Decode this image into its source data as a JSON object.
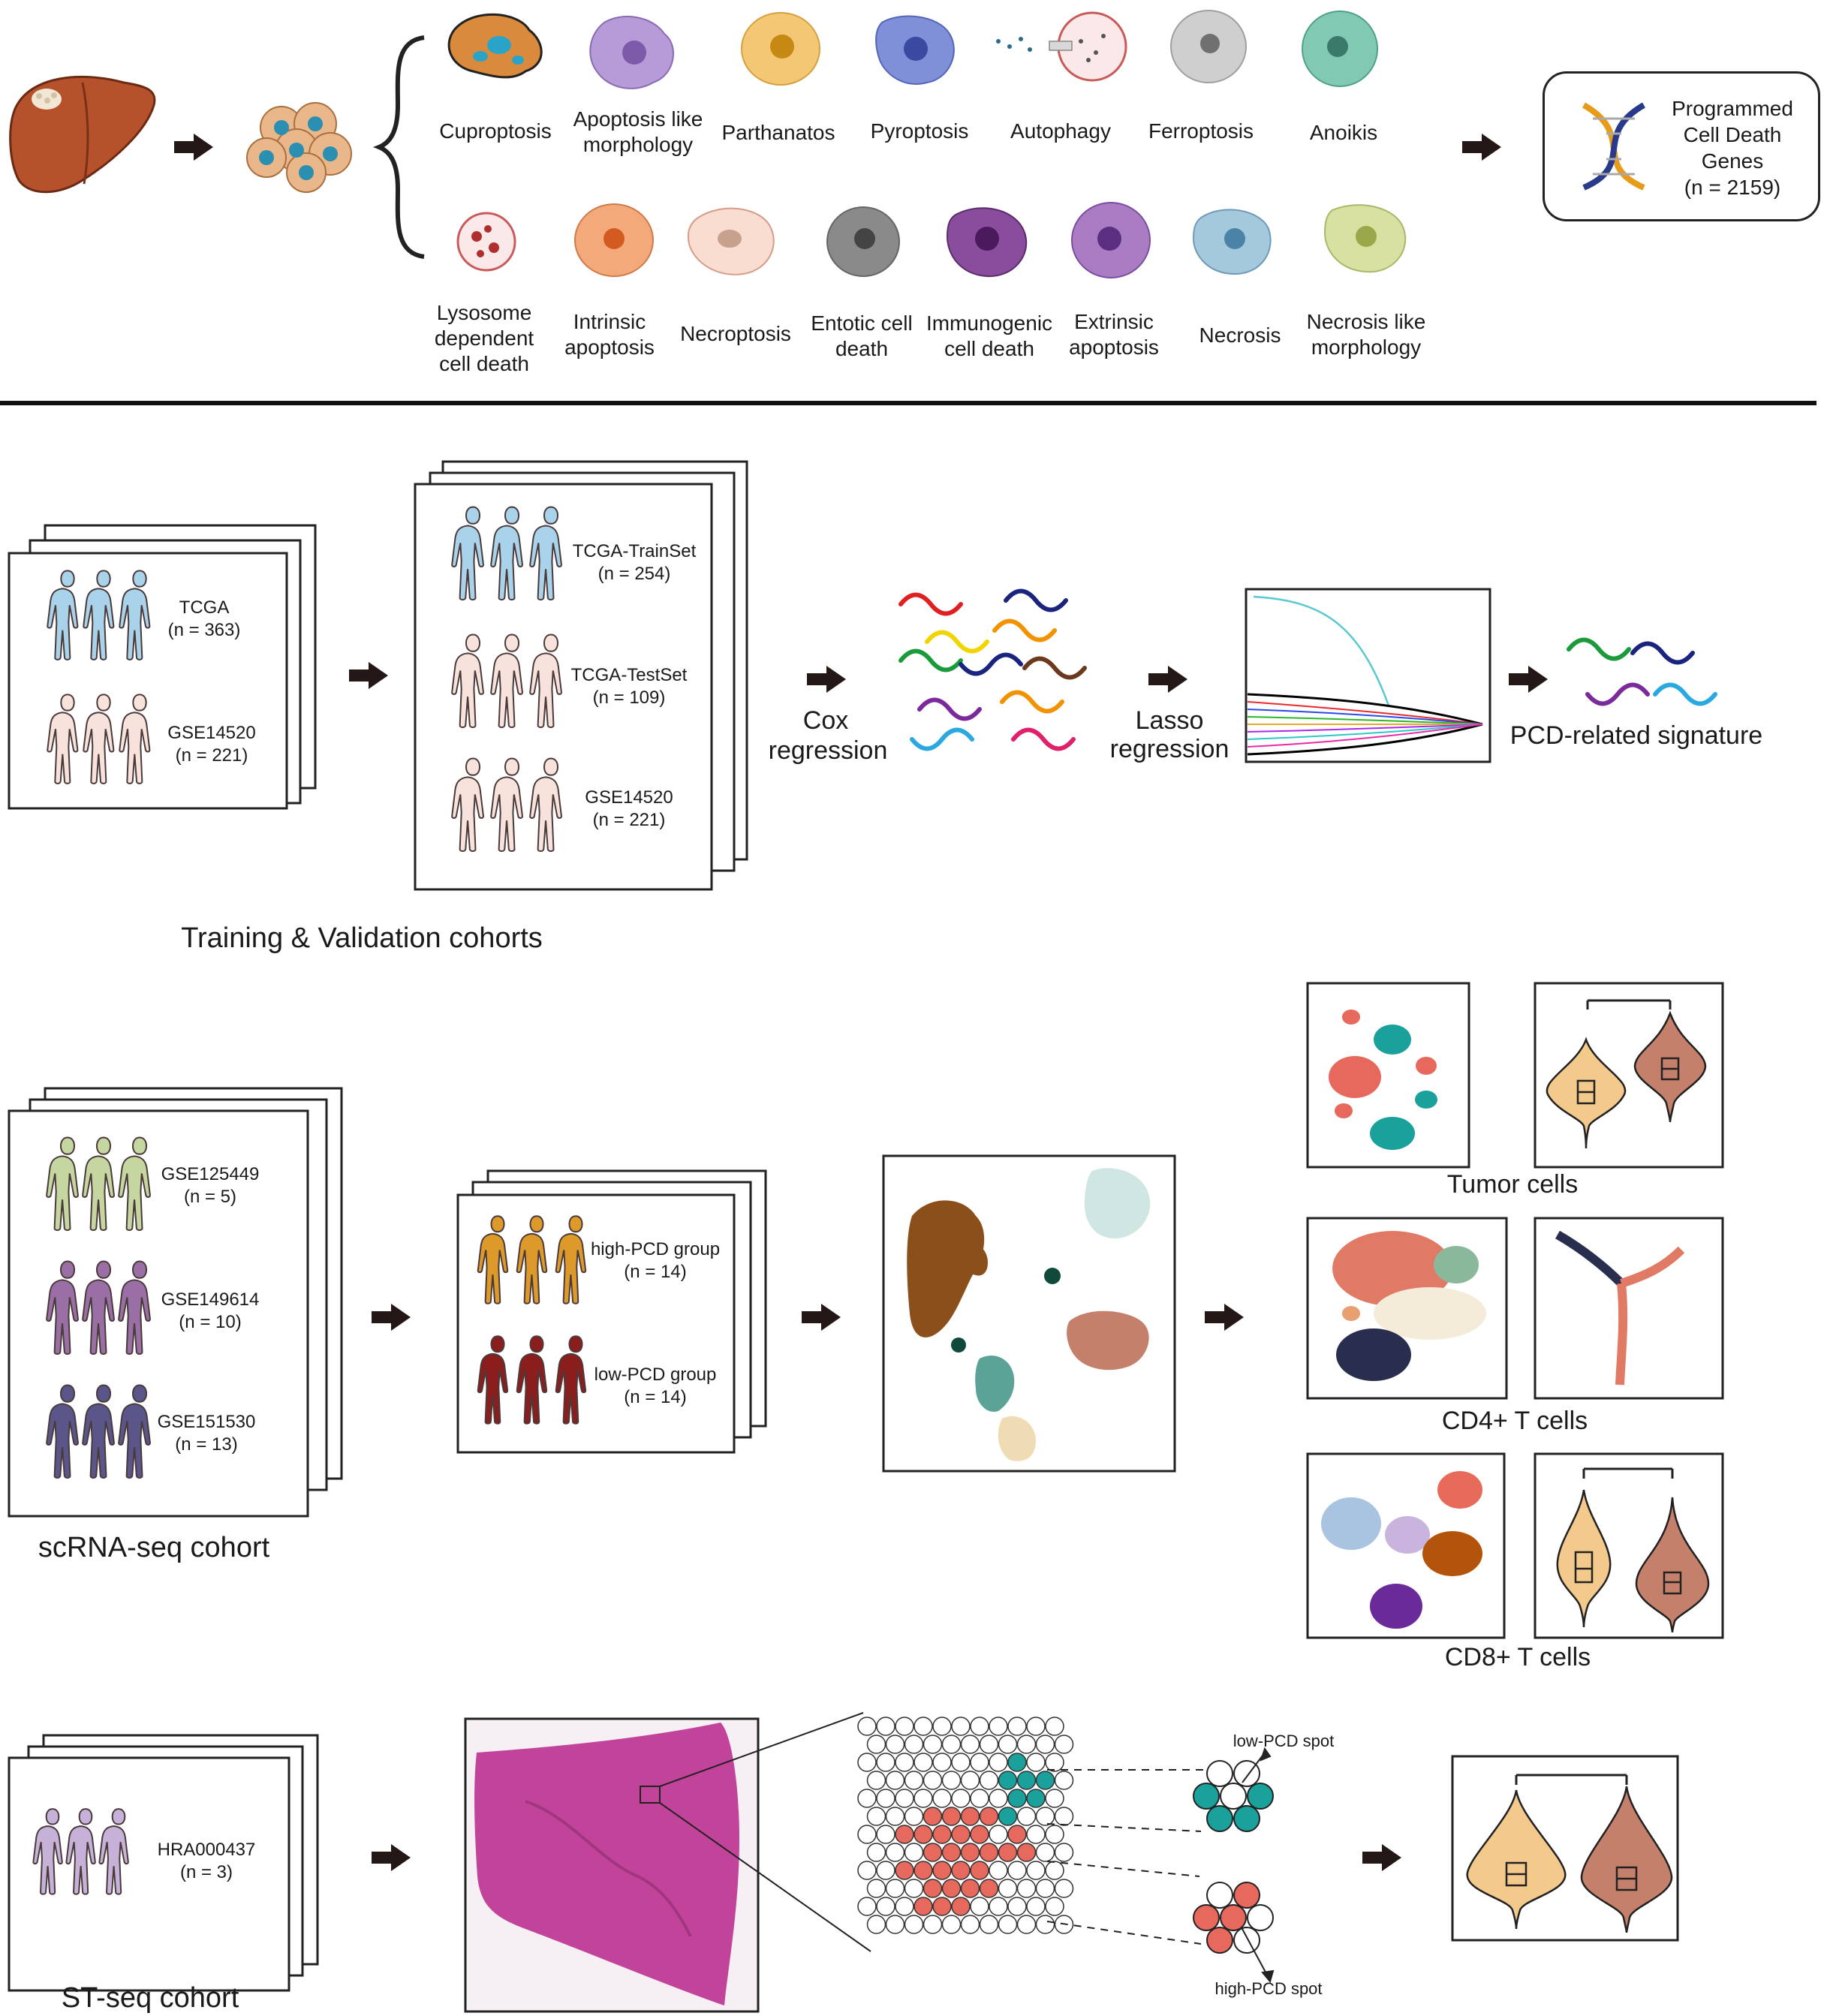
{
  "cell_death_types_top": [
    "Cuproptosis",
    "Apoptosis like morphology",
    "Parthanatos",
    "Pyroptosis",
    "Autophagy",
    "Ferroptosis",
    "Anoikis"
  ],
  "cell_death_types_bottom": [
    "Lysosome dependent cell death",
    "Intrinsic apoptosis",
    "Necroptosis",
    "Entotic cell death",
    "Immunogenic cell death",
    "Extrinsic apoptosis",
    "Necrosis",
    "Necrosis like morphology"
  ],
  "pcd_genes": {
    "line1": "Programmed",
    "line2": "Cell Death",
    "line3": "Genes",
    "line4": "(n = 2159)"
  },
  "cohorts_initial": [
    {
      "name": "TCGA",
      "n": "(n = 363)"
    },
    {
      "name": "GSE14520",
      "n": "(n = 221)"
    }
  ],
  "cohorts_split": [
    {
      "name": "TCGA-TrainSet",
      "n": "(n = 254)"
    },
    {
      "name": "TCGA-TestSet",
      "n": "(n = 109)"
    },
    {
      "name": "GSE14520",
      "n": "(n = 221)"
    }
  ],
  "cox": {
    "line1": "Cox",
    "line2": "regression"
  },
  "lasso": {
    "line1": "Lasso",
    "line2": "regression"
  },
  "signature_label": "PCD-related signature",
  "training_label": "Training & Validation cohorts",
  "scrna_cohorts": [
    {
      "name": "GSE125449",
      "n": "(n = 5)"
    },
    {
      "name": "GSE149614",
      "n": "(n = 10)"
    },
    {
      "name": "GSE151530",
      "n": "(n = 13)"
    }
  ],
  "scrna_label": "scRNA-seq cohort",
  "pcd_groups": [
    {
      "name": "high-PCD group",
      "n": "(n = 14)"
    },
    {
      "name": "low-PCD group",
      "n": "(n = 14)"
    }
  ],
  "cell_panels": [
    "Tumor cells",
    "CD4+ T cells",
    "CD8+ T cells"
  ],
  "st_cohort": {
    "name": "HRA000437",
    "n": "(n = 3)"
  },
  "st_label": "ST-seq cohort",
  "spot_labels": {
    "low": "low-PCD spot",
    "high": "high-PCD spot"
  },
  "colors": {
    "arrow": "#231815",
    "teal": "#1aa19c",
    "salmon": "#e7685c",
    "violin_light": "#f3c98c",
    "violin_dark": "#c4806a",
    "body_blue": "#a9d3ea",
    "body_pink": "#f8e2dc",
    "body_green": "#c5d6a0",
    "body_purple": "#9a6fa5",
    "body_navy": "#5b5689",
    "body_orange": "#dd9a2a",
    "body_red": "#8c1d1d",
    "body_lavender": "#c6b2d8"
  }
}
